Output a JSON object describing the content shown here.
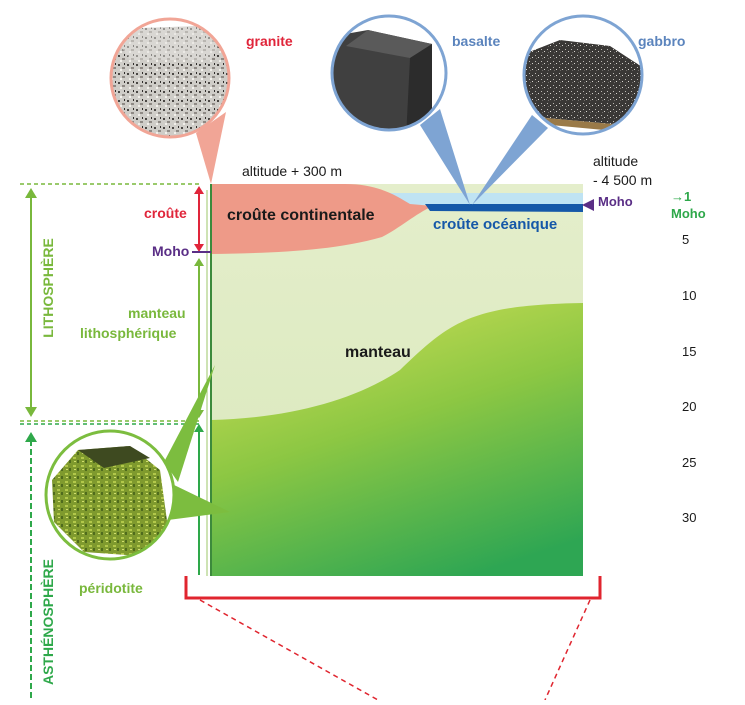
{
  "colors": {
    "continental_crust": "#ee9a88",
    "oceanic_crust": "#1558a8",
    "ocean": "#bfe3f3",
    "lithospheric_mantle": "#dde9c2",
    "asthenosphere_top": "#c9dc54",
    "asthenosphere_bottom": "#2ea653",
    "granite_ring": "#f1a596",
    "basalt_ring": "#7ea4d3",
    "peridotite_ring": "#7cbd3f",
    "crust_label": "#e0253a",
    "moho_label": "#5a2e86",
    "mantle_label": "#79b83c",
    "astheno_label": "#2ea84a",
    "bracket_red": "#e0252f"
  },
  "rocks": {
    "granite": "granite",
    "basalte": "basalte",
    "gabbro": "gabbro",
    "peridotite": "péridotite"
  },
  "altitudes": {
    "continent": "altitude + 300 m",
    "ocean_line1": "altitude",
    "ocean_line2": "- 4 500 m"
  },
  "regions": {
    "continental_crust": "croûte continentale",
    "oceanic_crust": "croûte océanique",
    "mantle": "manteau"
  },
  "left_labels": {
    "crust": "croûte",
    "moho": "Moho",
    "mantle_line1": "manteau",
    "mantle_line2": "lithosphérique",
    "lithosphere": "LITHOSPHÈRE",
    "asthenosphere": "ASTHÉNOSPHÈRE"
  },
  "right_labels": {
    "moho": "Moho",
    "depth_top": "→1",
    "depth_moho": "Moho",
    "ticks": [
      "5",
      "10",
      "15",
      "20",
      "25",
      "30"
    ]
  }
}
